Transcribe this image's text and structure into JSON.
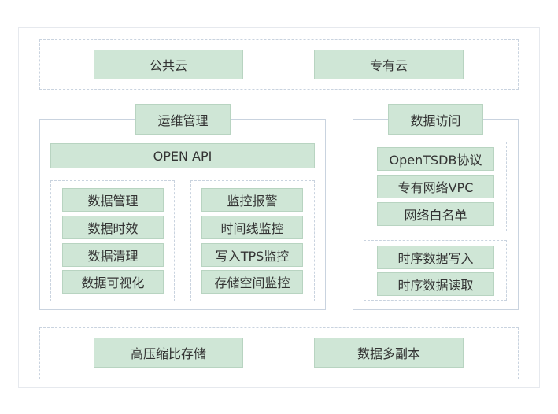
{
  "cloud": {
    "public": "公共云",
    "private": "专有云"
  },
  "ops": {
    "title": "运维管理",
    "api": "OPEN API",
    "left_items": [
      "数据管理",
      "数据时效",
      "数据清理",
      "数据可视化"
    ],
    "right_items": [
      "监控报警",
      "时间线监控",
      "写入TPS监控",
      "存储空间监控"
    ]
  },
  "access": {
    "title": "数据访问",
    "protocol_items": [
      "OpenTSDB协议",
      "专有网络VPC",
      "网络白名单"
    ],
    "rw_items": [
      "时序数据写入",
      "时序数据读取"
    ]
  },
  "storage": {
    "items": [
      "高压缩比存储",
      "数据多副本"
    ]
  }
}
